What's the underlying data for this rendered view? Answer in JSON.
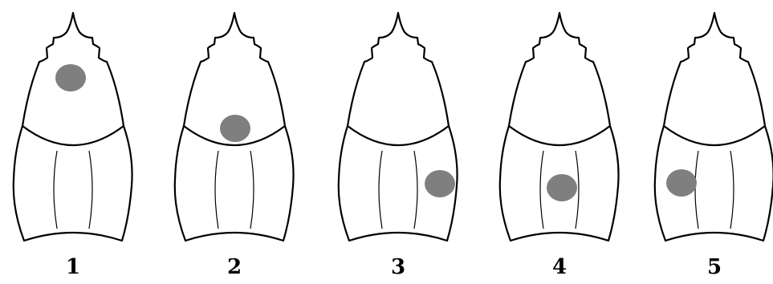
{
  "figures": [
    {
      "label": "1",
      "spot_region": "upper-segment"
    },
    {
      "label": "2",
      "spot_region": "junction"
    },
    {
      "label": "3",
      "spot_region": "lower-segment-right"
    },
    {
      "label": "4",
      "spot_region": "lower-segment-center"
    },
    {
      "label": "5",
      "spot_region": "lower-segment-left"
    }
  ],
  "colors": {
    "spot": "#7f7f7f",
    "outline": "#000000",
    "background": "#ffffff"
  }
}
